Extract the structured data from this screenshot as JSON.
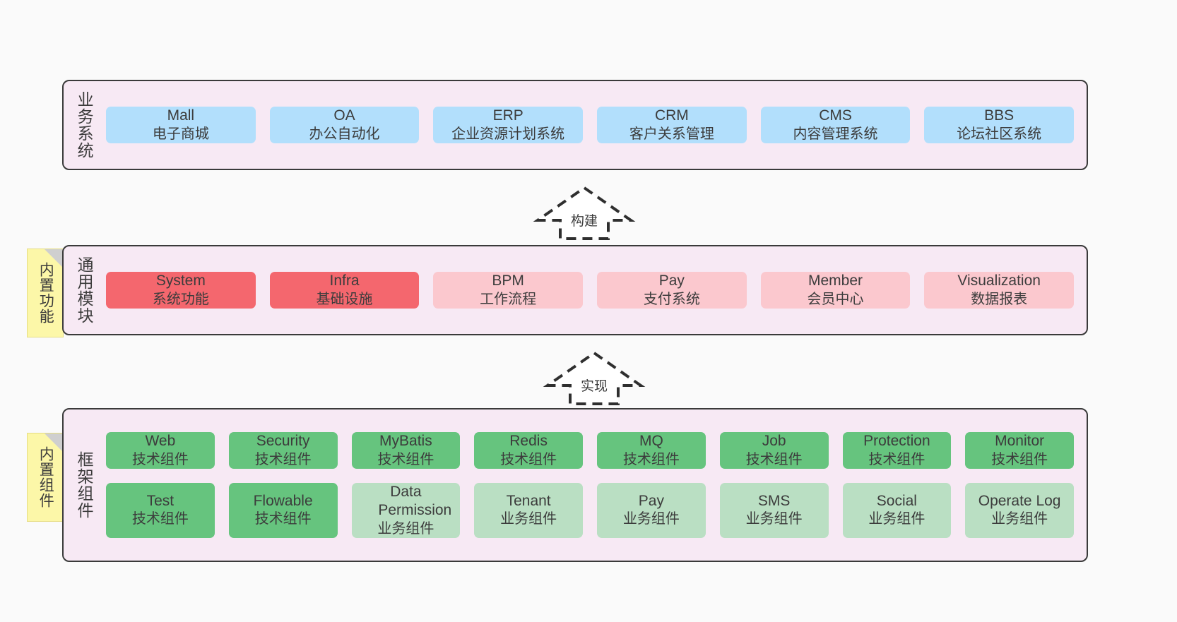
{
  "diagram": {
    "background_color": "#fafafa",
    "panel_background": "#f7e9f4",
    "panel_border": "#3a3a3a",
    "note_color": "#fcf7a8"
  },
  "layers": [
    {
      "title": "业务系统",
      "accent": "#b2dffc",
      "rows": [
        [
          {
            "en": "Mall",
            "cn": "电子商城",
            "color": "#b2dffc"
          },
          {
            "en": "OA",
            "cn": "办公自动化",
            "color": "#b2dffc"
          },
          {
            "en": "ERP",
            "cn": "企业资源计划系统",
            "color": "#b2dffc"
          },
          {
            "en": "CRM",
            "cn": "客户关系管理",
            "color": "#b2dffc"
          },
          {
            "en": "CMS",
            "cn": "内容管理系统",
            "color": "#b2dffc"
          },
          {
            "en": "BBS",
            "cn": "论坛社区系统",
            "color": "#b2dffc"
          }
        ]
      ]
    },
    {
      "title": "通用模块",
      "note": "内置功能",
      "accent": "#f4676e",
      "rows": [
        [
          {
            "en": "System",
            "cn": "系统功能",
            "color": "#f4676e"
          },
          {
            "en": "Infra",
            "cn": "基础设施",
            "color": "#f4676e"
          },
          {
            "en": "BPM",
            "cn": "工作流程",
            "color": "#fbc8ce"
          },
          {
            "en": "Pay",
            "cn": "支付系统",
            "color": "#fbc8ce"
          },
          {
            "en": "Member",
            "cn": "会员中心",
            "color": "#fbc8ce"
          },
          {
            "en": "Visualization",
            "cn": "数据报表",
            "color": "#fbc8ce"
          }
        ]
      ]
    },
    {
      "title": "框架组件",
      "note": "内置组件",
      "accent": "#66c47e",
      "rows": [
        [
          {
            "en": "Web",
            "cn": "技术组件",
            "color": "#66c47e"
          },
          {
            "en": "Security",
            "cn": "技术组件",
            "color": "#66c47e"
          },
          {
            "en": "MyBatis",
            "cn": "技术组件",
            "color": "#66c47e"
          },
          {
            "en": "Redis",
            "cn": "技术组件",
            "color": "#66c47e"
          },
          {
            "en": "MQ",
            "cn": "技术组件",
            "color": "#66c47e"
          },
          {
            "en": "Job",
            "cn": "技术组件",
            "color": "#66c47e"
          },
          {
            "en": "Protection",
            "cn": "技术组件",
            "color": "#66c47e"
          },
          {
            "en": "Monitor",
            "cn": "技术组件",
            "color": "#66c47e"
          }
        ],
        [
          {
            "en": "Test",
            "cn": "技术组件",
            "color": "#66c47e"
          },
          {
            "en": "Flowable",
            "cn": "技术组件",
            "color": "#66c47e"
          },
          {
            "en": "Data Permission",
            "cn": "业务组件",
            "color": "#badfc3"
          },
          {
            "en": "Tenant",
            "cn": "业务组件",
            "color": "#badfc3"
          },
          {
            "en": "Pay",
            "cn": "业务组件",
            "color": "#badfc3"
          },
          {
            "en": "SMS",
            "cn": "业务组件",
            "color": "#badfc3"
          },
          {
            "en": "Social",
            "cn": "业务组件",
            "color": "#badfc3"
          },
          {
            "en": "Operate Log",
            "cn": "业务组件",
            "color": "#badfc3"
          }
        ]
      ]
    }
  ],
  "arrows": [
    {
      "label": "构建",
      "style": "dashed-hollow-up"
    },
    {
      "label": "实现",
      "style": "dashed-hollow-up"
    }
  ]
}
